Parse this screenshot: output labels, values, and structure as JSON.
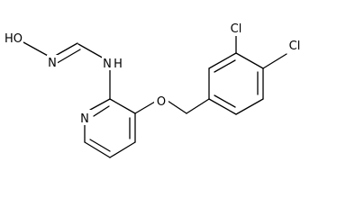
{
  "molecule": {
    "atom_labels": {
      "hydroxyl": "HO",
      "oxime_nitrogen": "N",
      "amine_nitrogen": "N",
      "amine_hydrogen": "H",
      "pyridine_nitrogen": "N",
      "ether_oxygen": "O",
      "chlorine_top": "Cl",
      "chlorine_right": "Cl"
    }
  }
}
